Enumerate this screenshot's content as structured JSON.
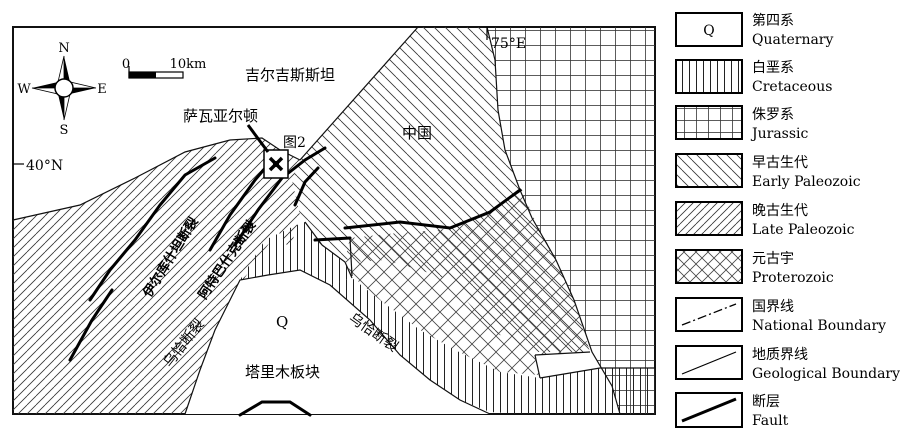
{
  "map": {
    "labels": {
      "kyrgyzstan": "吉尔吉斯斯坦",
      "china": "中国",
      "sawayaerdun": "萨瓦亚尔顿",
      "fig2": "图2",
      "lat": "40°N",
      "lon": "75°E",
      "q": "Q",
      "tarim_block": "塔里木板块",
      "wuqia_fault_1": "乌恰断裂",
      "wuqia_fault_2": "乌恰断裂",
      "yierkeshtan_fault": "伊尔库什坦断裂",
      "atbashi_fault": "阿特巴什克断裂"
    },
    "compass": {
      "n": "N",
      "s": "S",
      "e": "E",
      "w": "W"
    },
    "scale": {
      "zero": "0",
      "ten": "10km"
    }
  },
  "legend": {
    "items": [
      {
        "key": "quaternary",
        "symbol": "Q",
        "zh": "第四系",
        "en": "Quaternary"
      },
      {
        "key": "cretaceous",
        "zh": "白垩系",
        "en": "Cretaceous"
      },
      {
        "key": "jurassic",
        "zh": "侏罗系",
        "en": "Jurassic"
      },
      {
        "key": "early_paleozoic",
        "zh": "早古生代",
        "en": "Early Paleozoic"
      },
      {
        "key": "late_paleozoic",
        "zh": "晚古生代",
        "en": "Late Paleozoic"
      },
      {
        "key": "proterozoic",
        "zh": "元古宇",
        "en": "Proterozoic"
      },
      {
        "key": "national_boundary",
        "zh": "国界线",
        "en": "National Boundary"
      },
      {
        "key": "geological_boundary",
        "zh": "地质界线",
        "en": "Geological Boundary"
      },
      {
        "key": "fault",
        "zh": "断层",
        "en": "Fault"
      }
    ]
  }
}
